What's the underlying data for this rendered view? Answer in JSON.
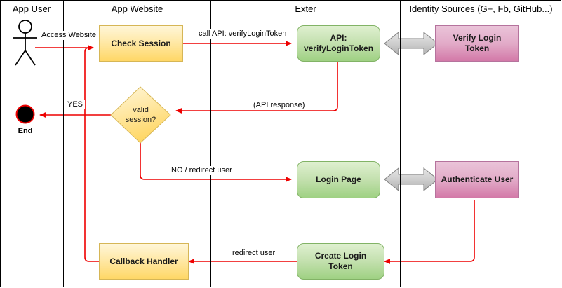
{
  "diagram": {
    "title": "Login / session verification swimlane flow",
    "colors": {
      "edge": "#ee0000",
      "lane_border": "#000000",
      "process_yellow_fill": "#ffd766",
      "process_yellow_border": "#d6b656",
      "process_green_fill": "#9fd183",
      "process_green_border": "#82b366",
      "process_pink_fill": "#d379a8",
      "process_pink_border": "#b5739d",
      "decision_fill": "#ffd766",
      "decision_border": "#d6b656",
      "sync_arrow_fill": "#c8c8c8",
      "sync_arrow_border": "#808080",
      "end_node_fill": "#000000",
      "end_node_border": "#ee0000"
    },
    "lanes": [
      {
        "label": "App User"
      },
      {
        "label": "App Website"
      },
      {
        "label": "Exter"
      },
      {
        "label": "Identity Sources (G+, Fb, GitHub...)"
      }
    ],
    "nodes": [
      {
        "id": "actor",
        "label": "",
        "shape": "actor",
        "lane": "App User"
      },
      {
        "id": "check-session",
        "label": "Check Session",
        "shape": "process",
        "lane": "App Website"
      },
      {
        "id": "api-verify",
        "label": "API: verifyLoginToken",
        "shape": "process",
        "lane": "Exter"
      },
      {
        "id": "verify-token",
        "label": "Verify Login Token",
        "shape": "process",
        "lane": "Identity Sources (G+, Fb, GitHub...)"
      },
      {
        "id": "valid-session",
        "label_line1": "valid",
        "label_line2": "session?",
        "shape": "decision",
        "lane": "App Website"
      },
      {
        "id": "end",
        "label": "End",
        "shape": "terminator",
        "lane": "App User"
      },
      {
        "id": "login-page",
        "label": "Login Page",
        "shape": "process",
        "lane": "Exter"
      },
      {
        "id": "authenticate-user",
        "label": "Authenticate User",
        "shape": "process",
        "lane": "Identity Sources (G+, Fb, GitHub...)"
      },
      {
        "id": "callback-handler",
        "label": "Callback Handler",
        "shape": "process",
        "lane": "App Website"
      },
      {
        "id": "create-token",
        "label": "Create Login Token",
        "shape": "process",
        "lane": "Exter"
      }
    ],
    "edges": [
      {
        "id": "e1",
        "from": "actor",
        "to": "check-session",
        "label": "Access Website"
      },
      {
        "id": "e2",
        "from": "check-session",
        "to": "api-verify",
        "label": "call API: verifyLoginToken"
      },
      {
        "id": "e3",
        "from": "api-verify",
        "to": "valid-session",
        "label": "(API response)"
      },
      {
        "id": "e4",
        "from": "valid-session",
        "to": "end",
        "label": "YES"
      },
      {
        "id": "e5",
        "from": "valid-session",
        "to": "login-page",
        "label": "NO / redirect user"
      },
      {
        "id": "e6",
        "from": "create-token",
        "to": "callback-handler",
        "label": "redirect user"
      },
      {
        "id": "e7",
        "from": "authenticate-user",
        "to": "create-token",
        "label": ""
      },
      {
        "id": "e8",
        "from": "callback-handler",
        "to": "check-session",
        "label": ""
      }
    ],
    "sync_links": [
      {
        "id": "s1",
        "between": [
          "api-verify",
          "verify-token"
        ]
      },
      {
        "id": "s2",
        "between": [
          "login-page",
          "authenticate-user"
        ]
      }
    ]
  }
}
